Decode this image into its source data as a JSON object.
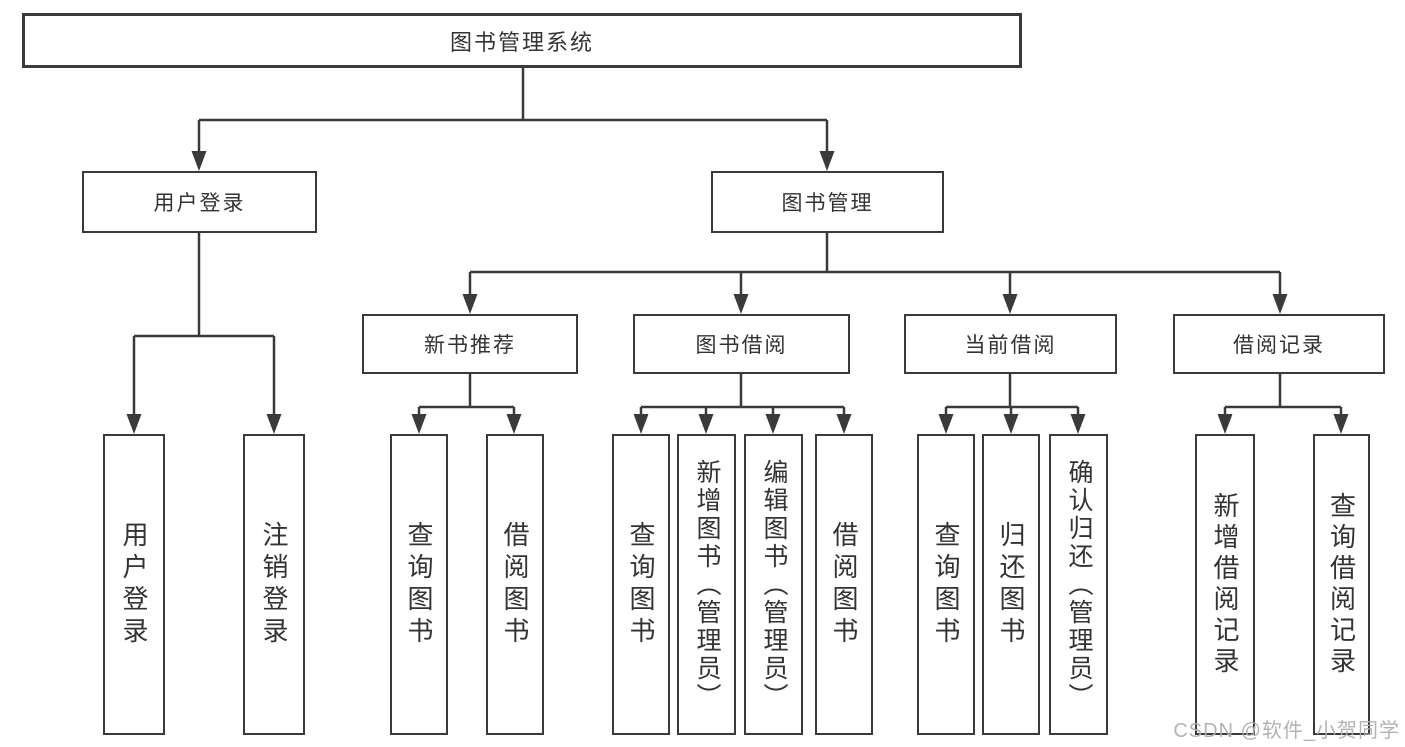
{
  "diagram_type": "hierarchy-tree",
  "colors": {
    "line": "#3a3a3a",
    "border": "#3a3a3a",
    "text": "#333333",
    "background": "#ffffff",
    "watermark": "#afafaf"
  },
  "tree": {
    "root": {
      "label": "图书管理系统",
      "children": [
        {
          "label": "用户登录",
          "children": [
            {
              "label": "用户登录"
            },
            {
              "label": "注销登录"
            }
          ]
        },
        {
          "label": "图书管理",
          "children": [
            {
              "label": "新书推荐",
              "children": [
                {
                  "label": "查询图书"
                },
                {
                  "label": "借阅图书"
                }
              ]
            },
            {
              "label": "图书借阅",
              "children": [
                {
                  "label": "查询图书"
                },
                {
                  "label": "新增图书（管理员）"
                },
                {
                  "label": "编辑图书（管理员）"
                },
                {
                  "label": "借阅图书"
                }
              ]
            },
            {
              "label": "当前借阅",
              "children": [
                {
                  "label": "查询图书"
                },
                {
                  "label": "归还图书"
                },
                {
                  "label": "确认归还（管理员）"
                }
              ]
            },
            {
              "label": "借阅记录",
              "children": [
                {
                  "label": "新增借阅记录"
                },
                {
                  "label": "查询借阅记录"
                }
              ]
            }
          ]
        }
      ]
    }
  },
  "watermark": "CSDN @软件_小贺同学"
}
